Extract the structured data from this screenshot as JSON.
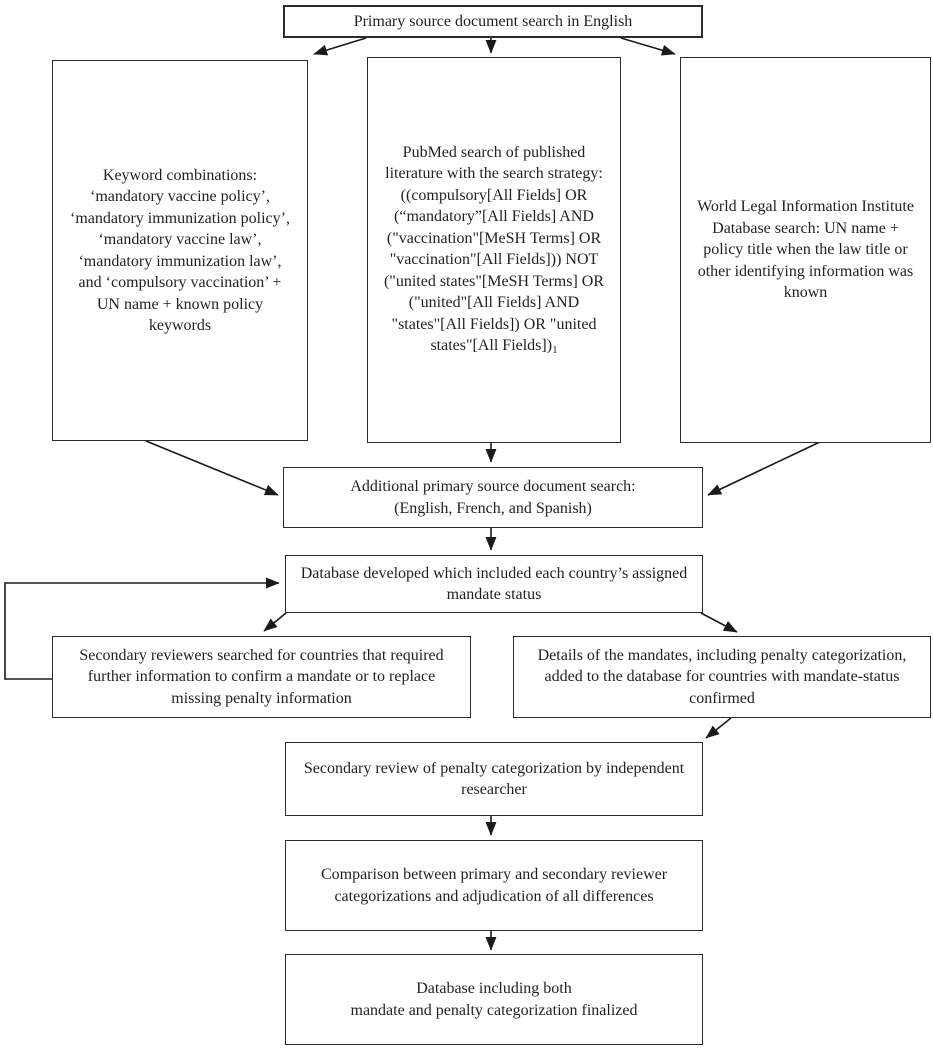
{
  "figure": {
    "type": "flowchart",
    "description": "Search and review methodology flow diagram for vaccine mandate database"
  },
  "colors": {
    "background": "#ffffff",
    "box_border": "#2b2b2b",
    "text": "#231f20",
    "arrow": "#1a1a1a"
  },
  "boxes": {
    "primary_search": {
      "text": "Primary source document search in English"
    },
    "keywords": {
      "text": "Keyword combinations:\n‘mandatory vaccine policy’,\n‘mandatory immunization policy’,\n‘mandatory vaccine law’,\n‘mandatory immunization law’,\nand ‘compulsory vaccination’ +\nUN name + known policy\nkeywords"
    },
    "pubmed": {
      "text": "PubMed search of published\nliterature with the search strategy:\n((compulsory[All Fields] OR\n(“mandatory”[All Fields] AND\n(\"vaccination\"[MeSH Terms] OR\n\"vaccination\"[All Fields])) NOT\n(\"united states\"[MeSH Terms] OR\n(\"united\"[All Fields] AND\n\"states\"[All Fields]) OR \"united\nstates\"[All Fields])",
      "footnote": "1"
    },
    "worldlii": {
      "text": "World Legal Information Institute\nDatabase search: UN name +\npolicy title when the law title or\nother identifying information was\nknown"
    },
    "additional": {
      "text": "Additional primary source document search:\n(English, French, and Spanish)"
    },
    "database_developed": {
      "text": "Database developed which included each country’s assigned\nmandate status"
    },
    "secondary_reviewers": {
      "text": "Secondary reviewers searched for countries that required\nfurther information to confirm a mandate or to replace\nmissing penalty information"
    },
    "mandate_details": {
      "text": "Details of the mandates, including penalty categorization,\nadded to the database for countries with mandate-status\nconfirmed"
    },
    "secondary_review": {
      "text": "Secondary review of penalty categorization by independent\nresearcher"
    },
    "comparison": {
      "text": "Comparison between primary and secondary reviewer\ncategorizations and adjudication of all differences"
    },
    "database_finalized": {
      "text": "Database including both\nmandate and penalty categorization finalized"
    }
  },
  "edges": [
    {
      "from": "primary_search",
      "to": "keywords"
    },
    {
      "from": "primary_search",
      "to": "pubmed"
    },
    {
      "from": "primary_search",
      "to": "worldlii"
    },
    {
      "from": "keywords",
      "to": "additional"
    },
    {
      "from": "pubmed",
      "to": "additional"
    },
    {
      "from": "worldlii",
      "to": "additional"
    },
    {
      "from": "additional",
      "to": "database_developed"
    },
    {
      "from": "database_developed",
      "to": "secondary_reviewers"
    },
    {
      "from": "database_developed",
      "to": "mandate_details"
    },
    {
      "from": "secondary_reviewers",
      "to": "database_developed"
    },
    {
      "from": "mandate_details",
      "to": "secondary_review"
    },
    {
      "from": "secondary_review",
      "to": "comparison"
    },
    {
      "from": "comparison",
      "to": "database_finalized"
    }
  ]
}
